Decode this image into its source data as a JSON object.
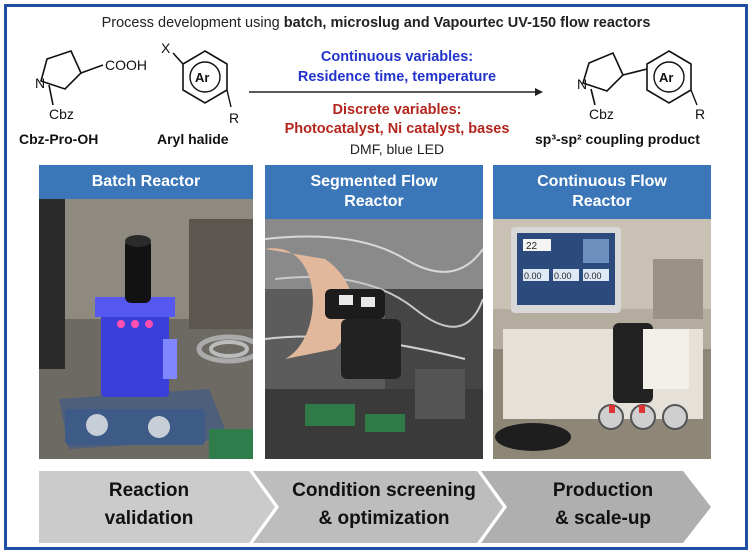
{
  "header": {
    "title_prefix": "Process development using ",
    "title_bold": "batch, microslug and Vapourtec UV-150 flow reactors"
  },
  "scheme": {
    "reactant1": {
      "name": "Cbz-Pro-OH",
      "group": "COOH",
      "n_label": "N",
      "protect": "Cbz"
    },
    "reactant2": {
      "name": "Aryl halide",
      "x_label": "X",
      "ar_label": "Ar",
      "r_label": "R"
    },
    "product": {
      "name": "sp³-sp² coupling product",
      "n_label": "N",
      "protect": "Cbz",
      "ar_label": "Ar",
      "r_label": "R"
    },
    "conditions": {
      "continuous_title": "Continuous variables:",
      "continuous_body": "Residence time, temperature",
      "discrete_title": "Discrete variables:",
      "discrete_body": "Photocatalyst, Ni catalyst, bases",
      "solvent": "DMF, blue LED"
    }
  },
  "panels": [
    {
      "title_line1": "Batch Reactor",
      "title_line2": ""
    },
    {
      "title_line1": "Segmented Flow",
      "title_line2": "Reactor"
    },
    {
      "title_line1": "Continuous Flow",
      "title_line2": "Reactor"
    }
  ],
  "screen": {
    "top_left": "22",
    "readings": [
      "0.00",
      "0.00",
      "0.00"
    ]
  },
  "stages": [
    {
      "line1": "Reaction",
      "line2": "validation"
    },
    {
      "line1": "Condition screening",
      "line2": "& optimization"
    },
    {
      "line1": "Production",
      "line2": "& scale-up"
    }
  ],
  "colors": {
    "frame": "#1f4fa3",
    "panel_header": "#3b77b8",
    "continuous": "#2233cc",
    "discrete": "#b3261e",
    "chevron": "#c8c8c8"
  }
}
